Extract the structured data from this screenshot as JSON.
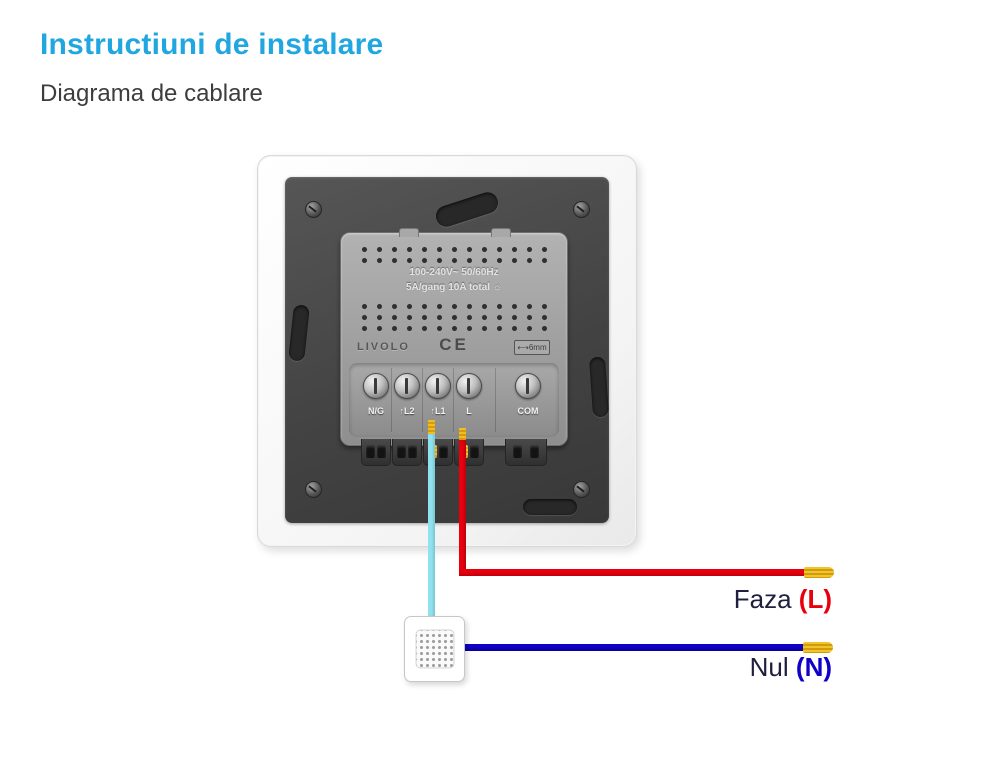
{
  "page": {
    "title": "Instructiuni de instalare",
    "subtitle": "Diagrama de cablare"
  },
  "device": {
    "rating_line1": "100-240V~  50/60Hz",
    "rating_line2": "5A/gang 10A total",
    "load_icon": "☼",
    "brand": "LIVOLO",
    "ce_mark": "CE",
    "wire_gauge": "⟷6mm",
    "terminals": [
      "N/G",
      "↑L2",
      "↑L1",
      "L",
      "COM"
    ]
  },
  "wiring": {
    "live_label": "Faza",
    "live_symbol": "(L)",
    "neutral_label": "Nul",
    "neutral_symbol": "(N)"
  },
  "colors": {
    "title": "#21a7e0",
    "live_wire": "#e8000f",
    "neutral_wire": "#1000c8",
    "load_wire": "#8fe2ef",
    "stripped_end": "#eeb71c"
  }
}
